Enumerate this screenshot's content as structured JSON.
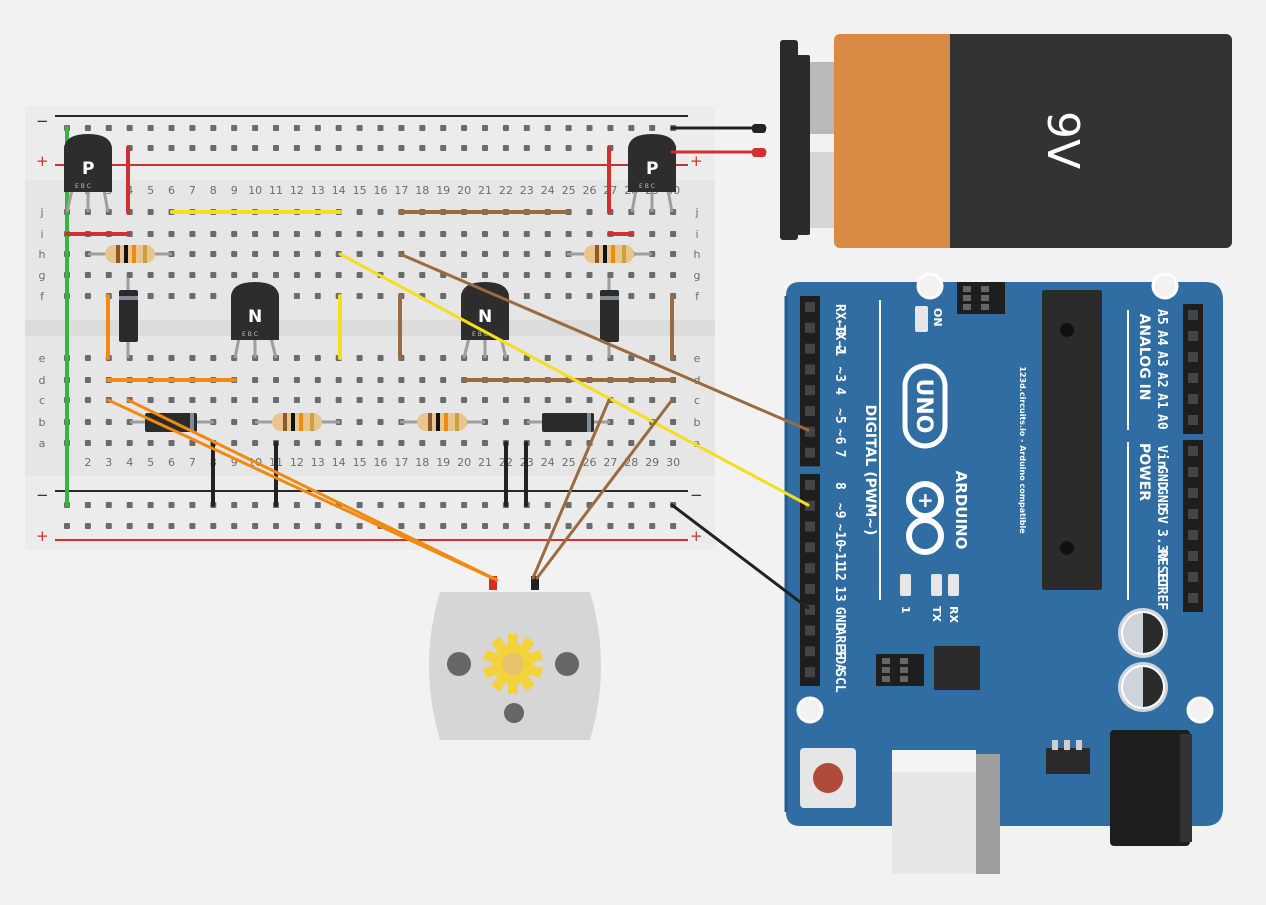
{
  "breadboard": {
    "rail_minus": "−",
    "rail_plus": "+",
    "row_letters_top": [
      "j",
      "i",
      "h",
      "g",
      "f"
    ],
    "row_letters_bottom": [
      "e",
      "d",
      "c",
      "b",
      "a"
    ],
    "column_numbers": [
      "2",
      "3",
      "4",
      "5",
      "6",
      "7",
      "8",
      "9",
      "10",
      "11",
      "12",
      "13",
      "14",
      "15",
      "16",
      "17",
      "18",
      "19",
      "20",
      "21",
      "22",
      "23",
      "24",
      "25",
      "26",
      "27",
      "28",
      "29",
      "30"
    ]
  },
  "transistors": {
    "pnp_label": "P",
    "npn_label": "N",
    "pin_text": "E B C"
  },
  "battery": {
    "voltage_label": "9V",
    "colors": {
      "copper": "#d98b45",
      "body": "#333333"
    }
  },
  "arduino": {
    "logo_text": "UNO",
    "brand_text": "ARDUINO",
    "digital_header": "DIGITAL (PWM~)",
    "analog_header": "ANALOG IN",
    "power_header": "POWER",
    "compat_text": "123d.circuits.io - Arduino compatible",
    "on_label": "ON",
    "tx_label": "TX",
    "rx_label": "RX",
    "l_label": "1",
    "digital_pins": [
      "RX←0",
      "TX→1",
      "2",
      "~3",
      "4",
      "~5",
      "~6",
      "7",
      "8",
      "~9",
      "~10",
      "~11",
      "12",
      "13",
      "GND",
      "AREF",
      "SDA",
      "SCL"
    ],
    "analog_pins": [
      "A5",
      "A4",
      "A3",
      "A2",
      "A1",
      "A0"
    ],
    "power_pins": [
      "Vin",
      "GND",
      "GND",
      "5V",
      "3.3V",
      "RESET",
      "IOREF"
    ],
    "colors": {
      "board": "#2f6da3",
      "edge": "#265c8c"
    }
  },
  "wire_colors": {
    "red": "#d22f2f",
    "black": "#222222",
    "yellow": "#f4de1f",
    "brown": "#9a6b3f",
    "orange": "#f08a12",
    "green": "#3fb23a"
  }
}
